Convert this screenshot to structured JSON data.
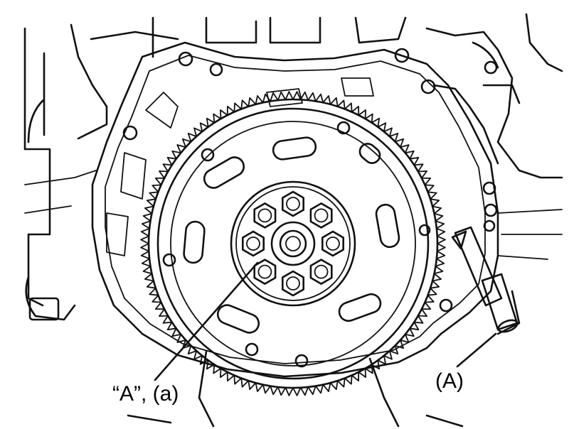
{
  "labels": {
    "bolts_and_torque": "“A”, (a)",
    "special_tool": "(A)"
  },
  "colors": {
    "ink": "#111111",
    "background": "#ffffff"
  },
  "bolt_count": 8,
  "ring_gear_teeth": 120
}
